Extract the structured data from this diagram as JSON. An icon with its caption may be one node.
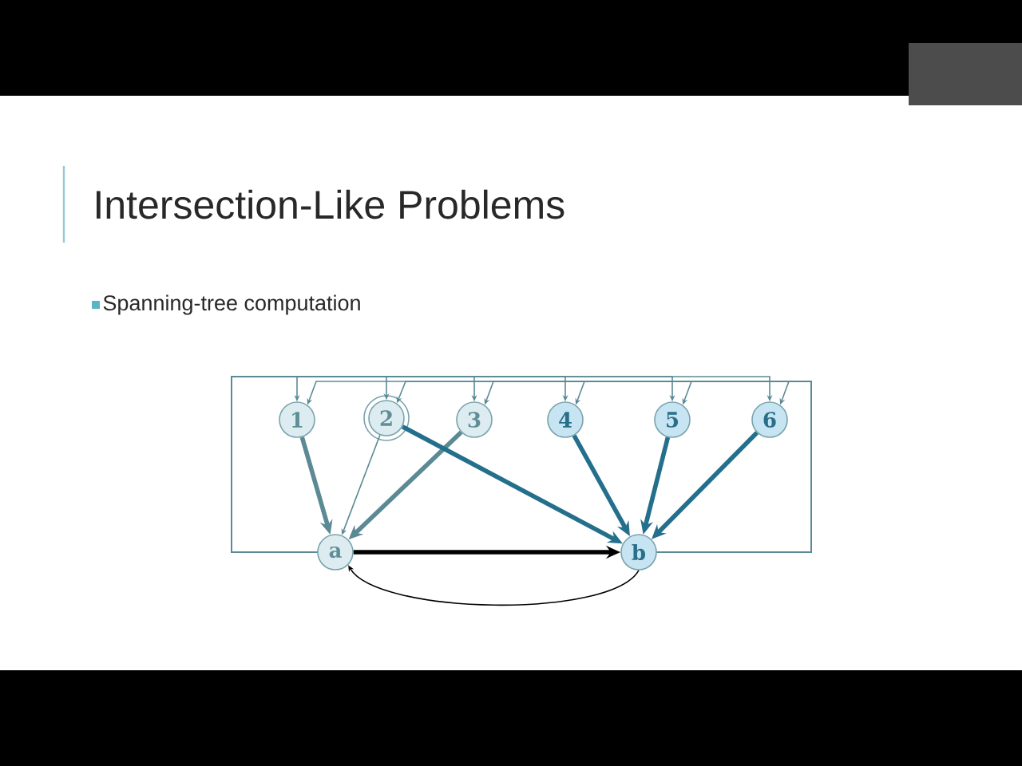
{
  "diagram": {
    "title": "Intersection-Like Problems",
    "nodes": [
      {
        "text": [
          "1"
        ]
      },
      {
        "text": [
          "2"
        ]
      },
      {
        "text": [
          "3"
        ]
      },
      {
        "text": [
          "4"
        ]
      },
      {
        "text": [
          "5"
        ]
      },
      {
        "text": [
          "6"
        ]
      },
      {
        "text": [
          "a"
        ]
      },
      {
        "text": [
          "b"
        ]
      }
    ],
    "edges": [
      {
        "from": 0,
        "to": 6,
        "arrow": "to",
        "style": "thick"
      },
      {
        "from": 1,
        "to": 6,
        "arrow": "to"
      },
      {
        "from": 2,
        "to": 6,
        "arrow": "to",
        "style": "thick"
      },
      {
        "from": 1,
        "to": 7,
        "arrow": "to",
        "style": "thick",
        "color": "#236f8c"
      },
      {
        "from": 3,
        "to": 7,
        "arrow": "to",
        "style": "thick",
        "color": "#236f8c"
      },
      {
        "from": 4,
        "to": 7,
        "arrow": "to",
        "style": "thick",
        "color": "#236f8c"
      },
      {
        "from": 5,
        "to": 7,
        "arrow": "to",
        "style": "thick",
        "color": "#236f8c"
      },
      {
        "from": 6,
        "to": 7,
        "arrow": "to",
        "style": "thick",
        "color": "#000000"
      },
      {
        "from": 7,
        "to": 6,
        "arrow": "to",
        "color": "#000000"
      },
      {
        "from": 6,
        "to": 0,
        "arrow": "to"
      },
      {
        "from": 6,
        "to": 1,
        "arrow": "to"
      },
      {
        "from": 6,
        "to": 2,
        "arrow": "to"
      },
      {
        "from": 6,
        "to": 3,
        "arrow": "to"
      },
      {
        "from": 6,
        "to": 4,
        "arrow": "to"
      },
      {
        "from": 6,
        "to": 5,
        "arrow": "to"
      },
      {
        "from": 7,
        "to": 0,
        "arrow": "to"
      },
      {
        "from": 7,
        "to": 1,
        "arrow": "to"
      },
      {
        "from": 7,
        "to": 2,
        "arrow": "to"
      },
      {
        "from": 7,
        "to": 3,
        "arrow": "to"
      },
      {
        "from": 7,
        "to": 4,
        "arrow": "to"
      },
      {
        "from": 7,
        "to": 5,
        "arrow": "to"
      }
    ],
    "labels": [
      "Spanning-tree computation"
    ]
  }
}
